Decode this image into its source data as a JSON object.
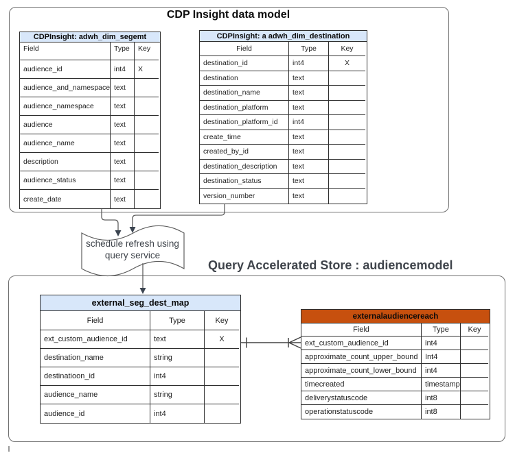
{
  "titles": {
    "top": "CDP Insight data model",
    "bottom": "Query Accelerated Store : audiencemodel"
  },
  "tape": {
    "label": "schedule refresh using\nquery service"
  },
  "colors": {
    "blue_header": "#d8e7fa",
    "orange_header": "#c7500e",
    "container_border": "#6f6f6f",
    "table_border": "#2e2e2e",
    "connector": "#5d5d5d",
    "arrow": "#3b4450",
    "title_text": "#3f444b"
  },
  "tables": {
    "segemt": {
      "title": "CDPInsight: adwh_dim_segemt",
      "columns": [
        "Field",
        "Type",
        "Key"
      ],
      "rows": [
        [
          "audience_id",
          "int4",
          "X"
        ],
        [
          "audience_and_namespace",
          "text",
          ""
        ],
        [
          "audience_namespace",
          "text",
          ""
        ],
        [
          "audience",
          "text",
          ""
        ],
        [
          "audience_name",
          "text",
          ""
        ],
        [
          "description",
          "text",
          ""
        ],
        [
          "audience_status",
          "text",
          ""
        ],
        [
          "create_date",
          "text",
          ""
        ]
      ]
    },
    "destination": {
      "title": "CDPInsight: a adwh_dim_destination",
      "columns": [
        "Field",
        "Type",
        "Key"
      ],
      "rows": [
        [
          "destination_id",
          "int4",
          "X"
        ],
        [
          "destination",
          "text",
          ""
        ],
        [
          "destination_name",
          "text",
          ""
        ],
        [
          "destination_platform",
          "text",
          ""
        ],
        [
          "destination_platform_id",
          "int4",
          ""
        ],
        [
          "create_time",
          "text",
          ""
        ],
        [
          "created_by_id",
          "text",
          ""
        ],
        [
          "destination_description",
          "text",
          ""
        ],
        [
          "destination_status",
          "text",
          ""
        ],
        [
          "version_number",
          "text",
          ""
        ]
      ]
    },
    "seg_dest_map": {
      "title": "external_seg_dest_map",
      "columns": [
        "Field",
        "Type",
        "Key"
      ],
      "rows": [
        [
          "ext_custom_audience_id",
          "text",
          "X"
        ],
        [
          "destination_name",
          "string",
          ""
        ],
        [
          "destinatioon_id",
          "int4",
          ""
        ],
        [
          "audience_name",
          "string",
          ""
        ],
        [
          "audience_id",
          "int4",
          ""
        ]
      ]
    },
    "audiencereach": {
      "title": "externalaudiencereach",
      "columns": [
        "Field",
        "Type",
        "Key"
      ],
      "rows": [
        [
          "ext_custom_audience_id",
          "int4",
          ""
        ],
        [
          "approximate_count_upper_bound",
          "Int4",
          ""
        ],
        [
          "approximate_count_lower_bound",
          "int4",
          ""
        ],
        [
          "timecreated",
          "timestamp",
          ""
        ],
        [
          "deliverystatuscode",
          "int8",
          ""
        ],
        [
          "operationstatuscode",
          "int8",
          ""
        ]
      ]
    }
  }
}
